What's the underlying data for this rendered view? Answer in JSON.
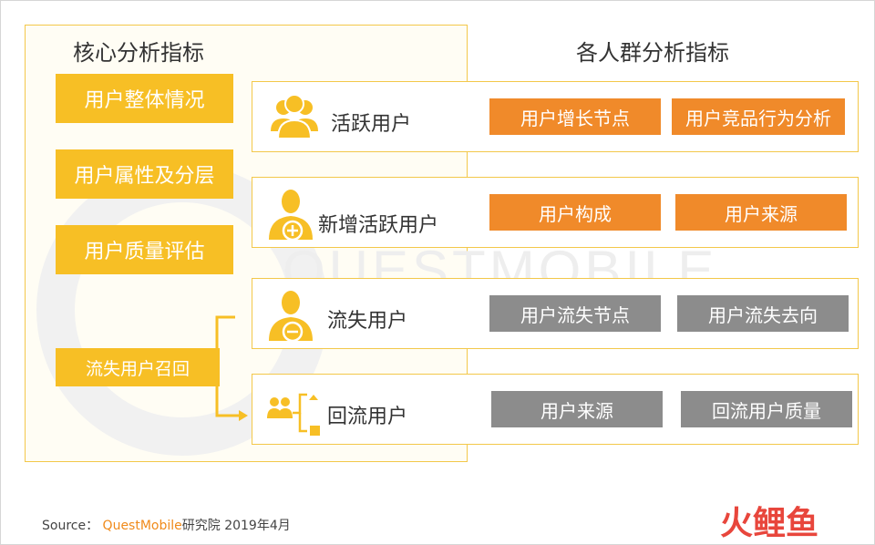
{
  "colors": {
    "yellow": "#f7bf25",
    "orange": "#f08a2a",
    "gray": "#8c8c8c",
    "border": "#f3c84a",
    "brand_red": "#e8463c"
  },
  "watermark": {
    "text": "QUESTMOBILE"
  },
  "left": {
    "title": "核心分析指标",
    "items": [
      "用户整体情况",
      "用户属性及分层",
      "用户质量评估"
    ],
    "recall": "流失用户召回"
  },
  "right": {
    "title": "各人群分析指标",
    "groups": [
      {
        "icon": "user-group-icon",
        "label": "活跃用户",
        "indicators": [
          "用户增长节点",
          "用户竞品行为分析"
        ],
        "color": "#f08a2a"
      },
      {
        "icon": "user-add-icon",
        "label": "新增活跃用户",
        "indicators": [
          "用户构成",
          "用户来源"
        ],
        "color": "#f08a2a"
      },
      {
        "icon": "user-remove-icon",
        "label": "流失用户",
        "indicators": [
          "用户流失节点",
          "用户流失去向"
        ],
        "color": "#8c8c8c"
      },
      {
        "icon": "user-flow-icon",
        "label": "回流用户",
        "indicators": [
          "用户来源",
          "回流用户质量"
        ],
        "color": "#8c8c8c"
      }
    ]
  },
  "source": {
    "prefix": "Source： ",
    "brand": "QuestMobile",
    "suffix": "研究院 2019年4月"
  },
  "logo": {
    "text": "火鲤鱼",
    "icon": "huoliyu-logo"
  }
}
